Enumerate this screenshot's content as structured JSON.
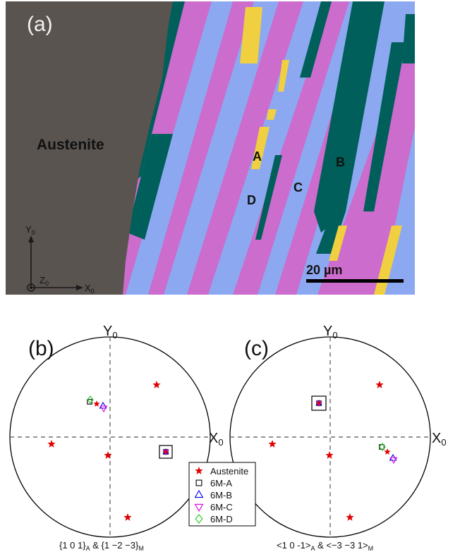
{
  "panel_a": {
    "label": "(a)",
    "austenite_label": "Austenite",
    "variant_labels": {
      "a": "A",
      "b": "B",
      "c": "C",
      "d": "D"
    },
    "scale_bar": "20 µm",
    "axis_y": "Y",
    "axis_y_sub": "0",
    "axis_x": "X",
    "axis_x_sub": "0",
    "axis_z": "Z",
    "axis_z_sub": "0",
    "colors": {
      "austenite": "#5a5450",
      "magenta": "#cc6ccc",
      "blue": "#8ca8f0",
      "teal": "#005f5a",
      "yellow": "#f0d040"
    }
  },
  "panel_b": {
    "label": "(b)",
    "axis_y": "Y",
    "axis_y_sub": "0",
    "axis_x": "X",
    "axis_x_sub": "0",
    "caption_p1": "{1 0 1}",
    "caption_sub1": "A",
    "caption_p2": " & {1 −2 −3}",
    "caption_sub2": "M"
  },
  "panel_c": {
    "label": "(c)",
    "axis_y": "Y",
    "axis_y_sub": "0",
    "axis_x": "X",
    "axis_x_sub": "0",
    "caption_p1": "<1 0 -1>",
    "caption_sub1": "A",
    "caption_p2": " & <−3 −3 1>",
    "caption_sub2": "M"
  },
  "legend": {
    "items": [
      {
        "label": "Austenite",
        "marker": "star",
        "color": "#e00000"
      },
      {
        "label": "6M-A",
        "marker": "square",
        "color": "#000000"
      },
      {
        "label": "6M-B",
        "marker": "triangle-up",
        "color": "#0000ee"
      },
      {
        "label": "6M-C",
        "marker": "triangle-down",
        "color": "#dd00dd"
      },
      {
        "label": "6M-D",
        "marker": "diamond",
        "color": "#22cc22"
      }
    ]
  }
}
